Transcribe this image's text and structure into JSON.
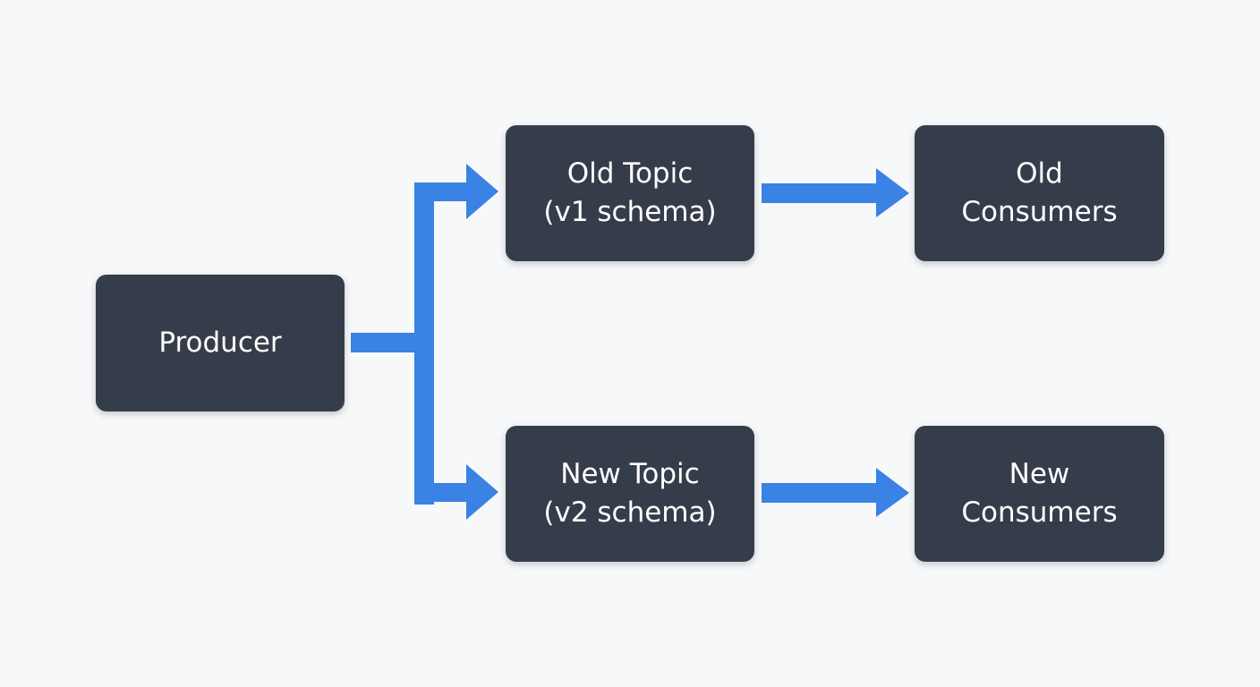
{
  "colors": {
    "background": "#f7f8f9",
    "node_fill": "#363d4a",
    "node_text": "#ffffff",
    "arrow": "#3a82e4"
  },
  "nodes": {
    "producer": {
      "lines": [
        "Producer"
      ]
    },
    "old_topic": {
      "lines": [
        "Old Topic",
        "(v1 schema)"
      ]
    },
    "new_topic": {
      "lines": [
        "New Topic",
        "(v2 schema)"
      ]
    },
    "old_consumers": {
      "lines": [
        "Old",
        "Consumers"
      ]
    },
    "new_consumers": {
      "lines": [
        "New",
        "Consumers"
      ]
    }
  },
  "edges": [
    {
      "from": "Producer",
      "to": "Old Topic (v1 schema)"
    },
    {
      "from": "Producer",
      "to": "New Topic (v2 schema)"
    },
    {
      "from": "Old Topic (v1 schema)",
      "to": "Old Consumers"
    },
    {
      "from": "New Topic (v2 schema)",
      "to": "New Consumers"
    }
  ]
}
